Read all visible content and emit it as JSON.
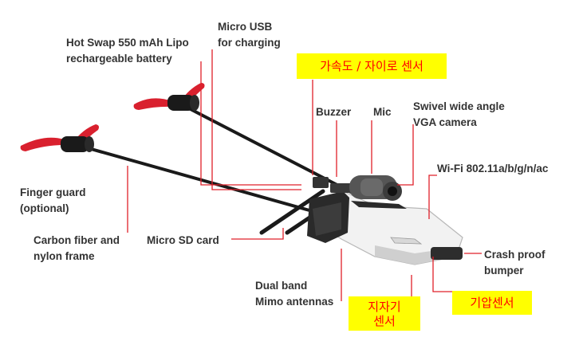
{
  "labels": {
    "battery": [
      "Hot Swap 550 mAh Lipo",
      "rechargeable battery"
    ],
    "usb": [
      "Micro USB",
      "for charging"
    ],
    "buzzer": "Buzzer",
    "mic": "Mic",
    "camera": [
      "Swivel wide angle",
      "VGA camera"
    ],
    "wifi": "Wi-Fi 802.11a/b/g/n/ac",
    "finger_guard": [
      "Finger guard",
      "(optional)"
    ],
    "frame": [
      "Carbon fiber and",
      "nylon frame"
    ],
    "sd_card": "Micro SD card",
    "bumper": [
      "Crash proof",
      "bumper"
    ],
    "antennas": [
      "Dual band",
      "Mimo antennas"
    ]
  },
  "korean_labels": {
    "accel_gyro": "가속도 / 자이로 센서",
    "magnetometer": [
      "지자기",
      "센서"
    ],
    "barometer": "기압센서"
  },
  "colors": {
    "leader_line": "#e0202a",
    "label_text": "#333333",
    "highlight_bg": "#ffff00",
    "highlight_text": "#ff0000",
    "propeller": "#d9202e",
    "frame_rod": "#1a1a1a",
    "body_white": "#f2f2f2"
  }
}
